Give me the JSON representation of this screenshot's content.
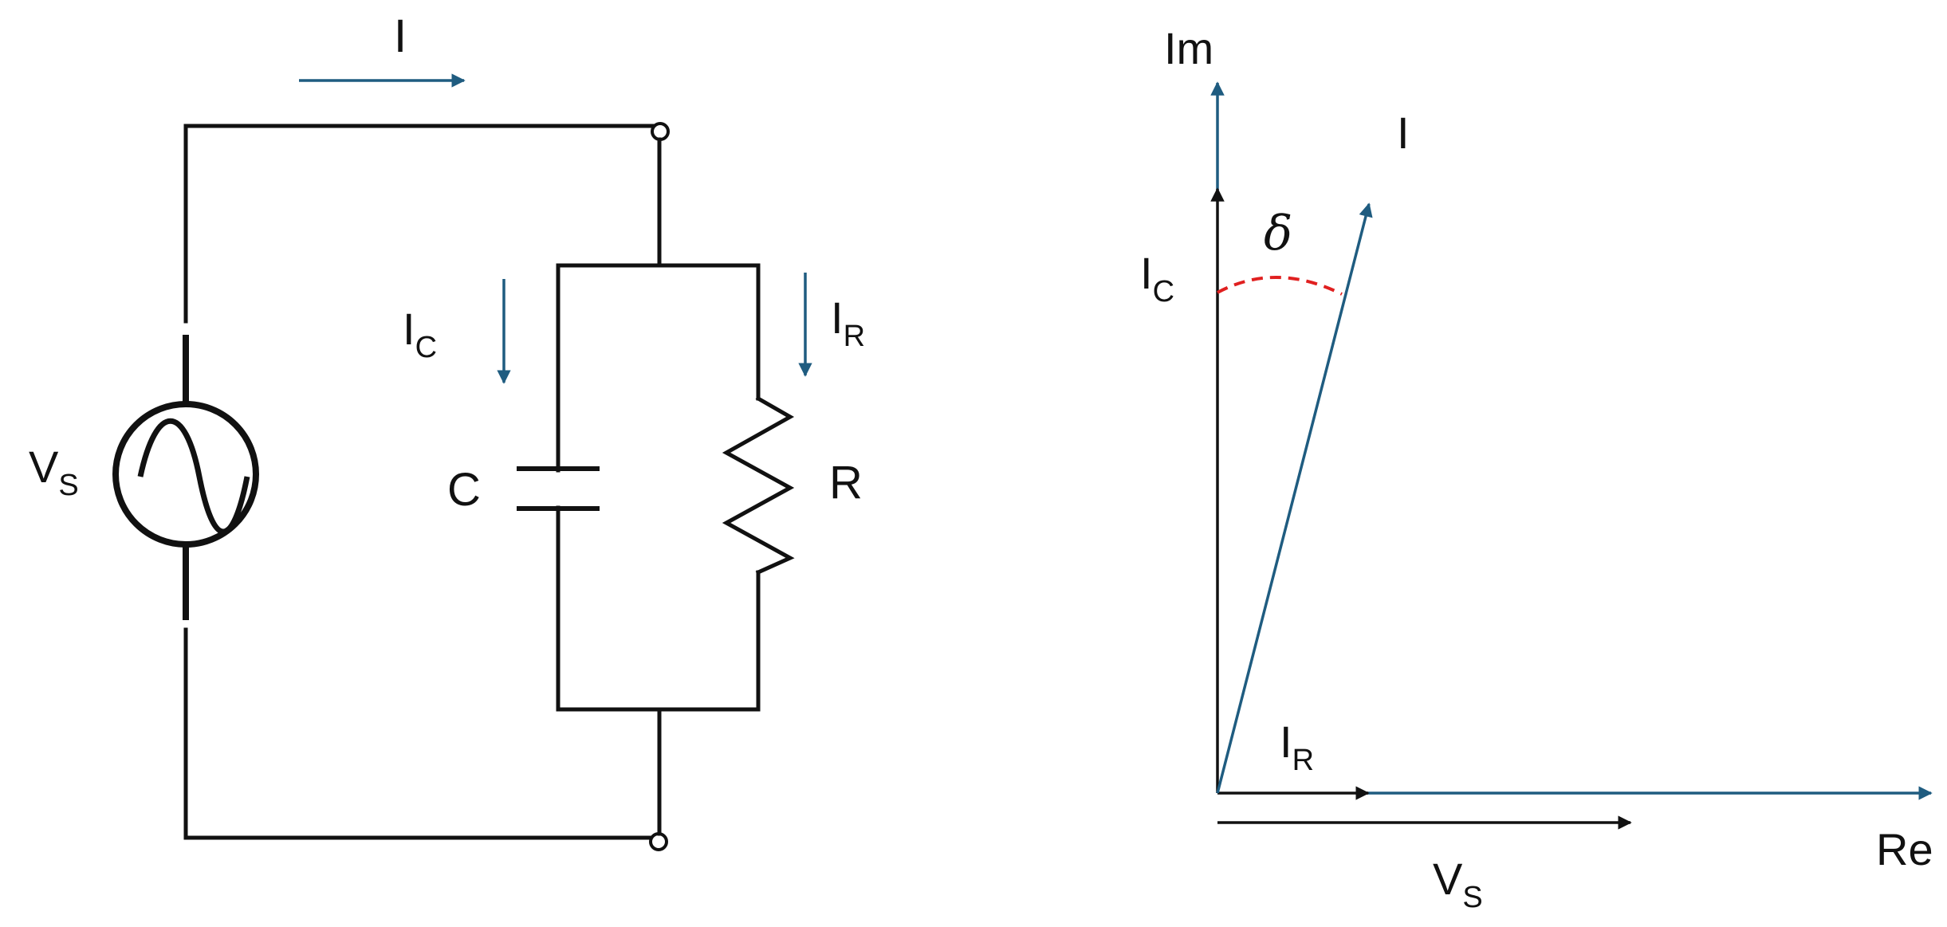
{
  "circuit": {
    "current_label": "I",
    "source_label_main": "V",
    "source_label_sub": "S",
    "cap_current_main": "I",
    "cap_current_sub": "C",
    "res_current_main": "I",
    "res_current_sub": "R",
    "capacitor_label": "C",
    "resistor_label": "R"
  },
  "phasor": {
    "imag_axis_label": "Im",
    "real_axis_label": "Re",
    "total_current_label": "I",
    "angle_label": "δ",
    "ic_main": "I",
    "ic_sub": "C",
    "ir_main": "I",
    "ir_sub": "R",
    "vs_main": "V",
    "vs_sub": "S"
  },
  "colors": {
    "wire": "#111111",
    "phasor_blue": "#1f5c80",
    "angle_arc": "#e02020"
  }
}
